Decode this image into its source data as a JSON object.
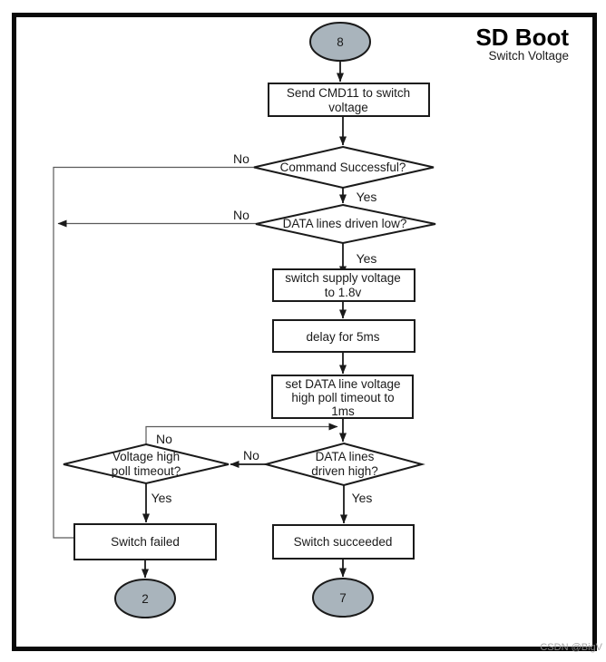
{
  "header": {
    "title": "SD Boot",
    "subtitle": "Switch Voltage"
  },
  "flowchart": {
    "nodes": {
      "start": {
        "label": "8"
      },
      "send_cmd11": {
        "line1": "Send CMD11 to switch",
        "line2": "voltage"
      },
      "command_successful": {
        "label": "Command Successful?"
      },
      "data_lines_low": {
        "label": "DATA lines driven low?"
      },
      "switch_supply": {
        "line1": "switch supply voltage",
        "line2": "to 1.8v"
      },
      "delay": {
        "label": "delay for 5ms"
      },
      "set_timeout": {
        "line1": "set DATA line voltage",
        "line2": "high poll timeout to",
        "line3": "1ms"
      },
      "data_lines_high": {
        "line1": "DATA lines",
        "line2": "driven high?"
      },
      "voltage_timeout": {
        "line1": "Voltage high",
        "line2": "poll timeout?"
      },
      "switch_failed": {
        "label": "Switch failed"
      },
      "switch_succeeded": {
        "label": "Switch succeeded"
      },
      "end_2": {
        "label": "2"
      },
      "end_7": {
        "label": "7"
      }
    },
    "edge_labels": {
      "cmd_no": "No",
      "cmd_yes": "Yes",
      "low_no": "No",
      "low_yes": "Yes",
      "loop_no": "No",
      "high_no": "No",
      "timeout_yes": "Yes",
      "high_yes": "Yes"
    },
    "colors": {
      "terminal_fill": "#a9b4bc",
      "line": "#1a1a1a",
      "route_line": "#5a5a5a"
    }
  },
  "watermark": "CSDN @BigV"
}
